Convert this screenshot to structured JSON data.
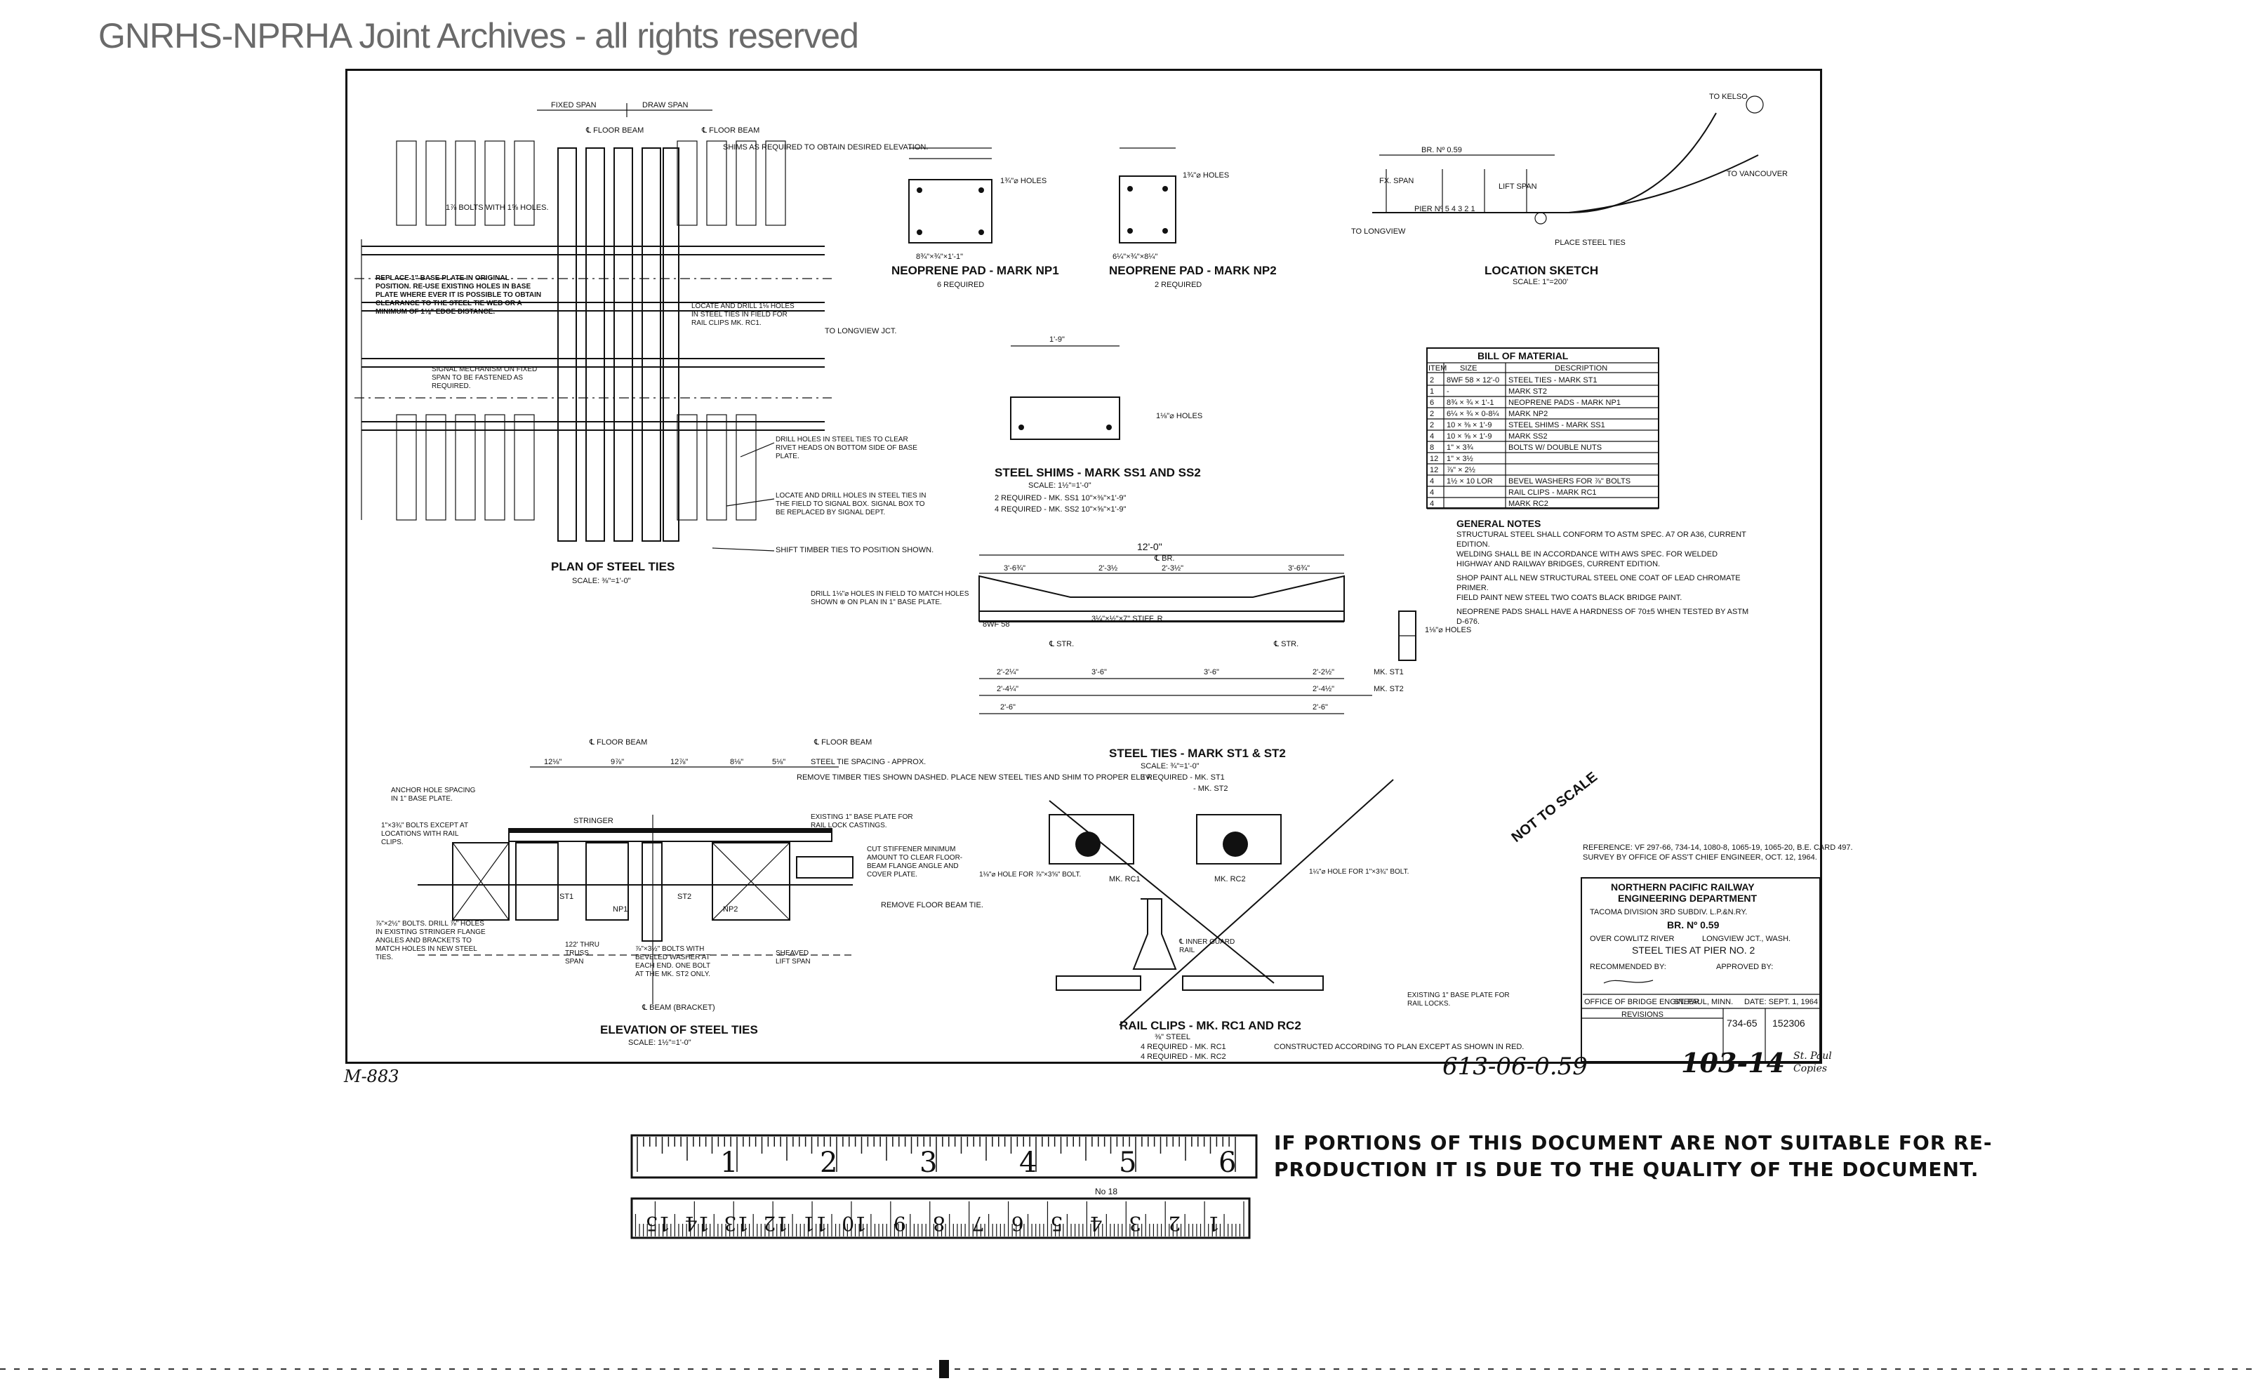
{
  "watermark": "GNRHS-NPRHA Joint Archives - all rights reserved",
  "plan": {
    "fixed_span": "FIXED SPAN",
    "draw_span": "DRAW SPAN",
    "floor_beam_left": "℄ FLOOR BEAM",
    "floor_beam_right": "℄ FLOOR BEAM",
    "shims_note": "SHIMS AS REQUIRED TO OBTAIN DESIRED ELEVATION.",
    "bolts_note": "1⅞ BOLTS WITH 1⅝ HOLES.",
    "replace_note": "REPLACE 1\" BASE PLATE IN ORIGINAL POSITION. RE-USE EXISTING HOLES IN BASE PLATE WHERE EVER IT IS POSSIBLE TO OBTAIN CLEARANCE TO THE STEEL TIE WEB OR A MINIMUM OF 1⅛\" EDGE DISTANCE.",
    "signal_note": "SIGNAL MECHANISM ON FIXED SPAN TO BE FASTENED AS REQUIRED.",
    "locate_note": "LOCATE AND DRILL 1⅛ HOLES IN STEEL TIES IN FIELD FOR RAIL CLIPS MK. RC1.",
    "to_longview": "TO LONGVIEW JCT.",
    "drill_note": "DRILL HOLES IN STEEL TIES TO CLEAR RIVET HEADS ON BOTTOM SIDE OF BASE PLATE.",
    "locate_note2": "LOCATE AND DRILL HOLES IN STEEL TIES IN THE FIELD TO SIGNAL BOX. SIGNAL BOX TO BE REPLACED BY SIGNAL DEPT.",
    "shift_note": "SHIFT TIMBER TIES TO POSITION SHOWN.",
    "title": "PLAN OF STEEL TIES",
    "scale": "SCALE: ⅜\"=1'-0\""
  },
  "pads": {
    "np1_title": "NEOPRENE PAD - MARK NP1",
    "np1_req": "6 REQUIRED",
    "np1_dims": "8¾\"×¾\"×1'-1\"",
    "np2_title": "NEOPRENE PAD - MARK NP2",
    "np2_req": "2 REQUIRED",
    "np2_dims": "6¼\"×¾\"×8¼\"",
    "holes": "1¾\"⌀ HOLES"
  },
  "location": {
    "bridge_no": "BR. Nº 0.59",
    "fixed_span": "FX. SPAN",
    "lift_span": "LIFT SPAN",
    "to_longview": "TO LONGVIEW",
    "to_vancouver": "TO VANCOUVER",
    "to_kelso": "TO KELSO",
    "pier_no": "PIER Nº 5 4 3 2 1",
    "place_ties": "PLACE STEEL TIES",
    "title": "LOCATION SKETCH",
    "scale": "SCALE: 1\"=200'"
  },
  "shims": {
    "dim_top": "1'-9\"",
    "holes": "1⅛\"⌀ HOLES",
    "title": "STEEL SHIMS - MARK SS1 AND SS2",
    "scale": "SCALE: 1½\"=1'-0\"",
    "req1": "2 REQUIRED - MK. SS1 10\"×⅜\"×1'-9\"",
    "req2": "4 REQUIRED - MK. SS2 10\"×⅝\"×1'-9\""
  },
  "bill": {
    "title": "BILL OF MATERIAL",
    "headers": [
      "ITEM",
      "SIZE",
      "DESCRIPTION"
    ],
    "rows": [
      [
        "2",
        "8WF 58 × 12'-0",
        "STEEL TIES - MARK ST1"
      ],
      [
        "1",
        "-",
        "MARK ST2"
      ],
      [
        "6",
        "8¾ × ¾ × 1'-1",
        "NEOPRENE PADS - MARK NP1"
      ],
      [
        "2",
        "6¼ × ¾ × 0-8¼",
        "MARK NP2"
      ],
      [
        "2",
        "10 × ⅜ × 1'-9",
        "STEEL SHIMS - MARK SS1"
      ],
      [
        "4",
        "10 × ⅝ × 1'-9",
        "MARK SS2"
      ],
      [
        "8",
        "1\" × 3¾",
        "BOLTS W/ DOUBLE NUTS"
      ],
      [
        "12",
        "1\" × 3½",
        ""
      ],
      [
        "12",
        "⅞\" × 2½",
        ""
      ],
      [
        "4",
        "1½ × 10 LOR",
        "BEVEL WASHERS FOR ⅞\" BOLTS"
      ],
      [
        "4",
        "",
        "RAIL CLIPS - MARK RC1"
      ],
      [
        "4",
        "",
        "MARK RC2"
      ]
    ]
  },
  "notes": {
    "title": "GENERAL NOTES",
    "n1": "STRUCTURAL STEEL SHALL CONFORM TO ASTM SPEC. A7 OR A36, CURRENT EDITION.",
    "n2": "WELDING SHALL BE IN ACCORDANCE WITH AWS SPEC. FOR WELDED HIGHWAY AND RAILWAY BRIDGES, CURRENT EDITION.",
    "n3": "SHOP PAINT ALL NEW STRUCTURAL STEEL ONE COAT OF LEAD CHROMATE PRIMER.",
    "n4": "FIELD PAINT NEW STEEL TWO COATS BLACK BRIDGE PAINT.",
    "n5": "NEOPRENE PADS SHALL HAVE A HARDNESS OF 70±5 WHEN TESTED BY ASTM D-676."
  },
  "steel_ties": {
    "overall": "12'-0\"",
    "web_stiff": "℄ BR.",
    "dims": [
      "3'-6¾\"",
      "2'-3½",
      "2'-3½\"",
      "3'-6¾\""
    ],
    "section": "8WF 58",
    "stiff": "3¼\"×½\"×7\" STIFF. R",
    "ctr": "℄ STR.",
    "row1": [
      "2'-2¼\"",
      "3'-6\"",
      "3'-6\"",
      "2'-2½\""
    ],
    "row2": [
      "2'-4¼\"",
      "2'-4½\""
    ],
    "row3": [
      "2'-6\"",
      "2'-6\""
    ],
    "mk_st1": "MK. ST1",
    "mk_st2": "MK. ST2",
    "drill_note": "DRILL 1⅛\"⌀ HOLES IN FIELD TO MATCH HOLES SHOWN ⊕ ON PLAN IN 1\" BASE PLATE.",
    "holes": "1⅛\"⌀ HOLES",
    "title": "STEEL TIES - MARK ST1 & ST2",
    "scale": "SCALE: ¾\"=1'-0\"",
    "req1": "3 REQUIRED - MK. ST1",
    "req2": "- MK. ST2"
  },
  "elevation": {
    "floor_beam_left": "℄ FLOOR BEAM",
    "floor_beam_right": "℄ FLOOR BEAM",
    "dims": [
      "12⅛\"",
      "9⅞\"",
      "12⅞\"",
      "8⅛\"",
      "5⅛\""
    ],
    "anchor_note": "ANCHOR HOLE SPACING IN 1\" BASE PLATE.",
    "bolts_note": "1\"×3¾\" BOLTS EXCEPT AT LOCATIONS WITH RAIL CLIPS.",
    "tie_spacing": "STEEL TIE SPACING - APPROX.",
    "remove_note": "REMOVE TIMBER TIES SHOWN DASHED. PLACE NEW STEEL TIES AND SHIM TO PROPER ELEV.",
    "existing_plate": "EXISTING 1\" BASE PLATE FOR RAIL LOCK CASTINGS.",
    "cut_note": "CUT STIFFENER MINIMUM AMOUNT TO CLEAR FLOOR-BEAM FLANGE ANGLE AND COVER PLATE.",
    "remove_floor": "REMOVE FLOOR BEAM TIE.",
    "bolt_note": "⅞\"×2½\" BOLTS. DRILL ⅞\" HOLES IN EXISTING STRINGER FLANGE ANGLES AND BRACKETS TO MATCH HOLES IN NEW STEEL TIES.",
    "truss_note": "122' THRU TRUSS SPAN",
    "bolts2": "⅞\"×3½\" BOLTS WITH BEVELED WASHER AT EACH END. ONE BOLT AT THE MK. ST2 ONLY.",
    "lift_note": "SHEAVED LIFT SPAN",
    "beam_note": "℄ BEAM (BRACKET)",
    "title": "ELEVATION OF STEEL TIES",
    "scale": "SCALE: 1½\"=1'-0\"",
    "labels": [
      "ST1",
      "ST2",
      "NP1",
      "NP2",
      "STRINGER"
    ]
  },
  "clips": {
    "hole_rc1": "1⅛\"⌀ HOLE FOR ⅞\"×3⅝\" BOLT.",
    "mk_rc1": "MK. RC1",
    "mk_rc2": "MK. RC2",
    "hole_rc2": "1¼\"⌀ HOLE FOR 1\"×3¾\" BOLT.",
    "inner_rail": "℄ INNER GUARD RAIL",
    "existing": "EXISTING 1\" BASE PLATE FOR RAIL LOCKS.",
    "title": "RAIL CLIPS - MK. RC1 AND RC2",
    "sub": "⅜\" STEEL",
    "req1": "4 REQUIRED - MK. RC1",
    "req2": "4 REQUIRED - MK. RC2",
    "constructed": "CONSTRUCTED ACCORDING TO PLAN EXCEPT AS SHOWN IN RED."
  },
  "not_to_scale": "NOT TO SCALE",
  "reference": {
    "line1": "REFERENCE: VF 297-66, 734-14, 1080-8, 1065-19, 1065-20, B.E. CARD 497.",
    "line2": "SURVEY BY OFFICE OF ASS'T CHIEF ENGINEER, OCT. 12, 1964."
  },
  "titleblock": {
    "railway": "NORTHERN PACIFIC RAILWAY",
    "dept": "ENGINEERING DEPARTMENT",
    "division": "TACOMA   DIVISION 3RD   SUBDIV. L.P.&N.RY.",
    "bridge": "BR. Nº 0.59",
    "over": "OVER COWLITZ RIVER",
    "place": "LONGVIEW JCT., WASH.",
    "subject": "STEEL TIES AT PIER NO. 2",
    "recommended": "RECOMMENDED BY:",
    "approved": "APPROVED BY:",
    "office": "OFFICE OF BRIDGE ENGINEER",
    "city": "ST. PAUL, MINN.",
    "date": "DATE: SEPT. 1, 1964",
    "revisions": "REVISIONS",
    "file": "734-65",
    "drawing": "152306"
  },
  "handwritten": {
    "doc_no": "613-06-0.59",
    "sheet": "103-14",
    "left_mark": "M-883",
    "corner": "St. Paul Copies"
  },
  "ruler": {
    "inches": [
      "1",
      "2",
      "3",
      "4",
      "5",
      "6"
    ],
    "cm": [
      "1",
      "2",
      "3",
      "4",
      "5",
      "6",
      "7",
      "8",
      "9",
      "10",
      "11",
      "12",
      "13",
      "14",
      "15"
    ],
    "label": "No 18"
  },
  "stamp": {
    "line1": "IF PORTIONS OF THIS DOCUMENT ARE NOT SUITABLE FOR RE-",
    "line2": "PRODUCTION IT IS DUE TO THE QUALITY OF THE DOCUMENT."
  }
}
